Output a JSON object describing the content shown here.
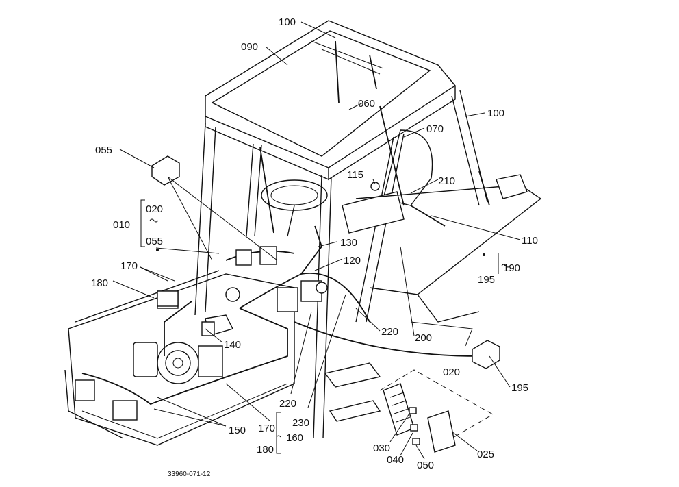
{
  "labels": {
    "l100a": "100",
    "l090": "090",
    "l060": "060",
    "l100b": "100",
    "l070": "070",
    "l055a": "055",
    "l115": "115",
    "l210": "210",
    "l020a": "020",
    "l010": "010",
    "l055b": "055",
    "l130": "130",
    "l110": "110",
    "l170a": "170",
    "l120": "120",
    "l190": "190",
    "l195a": "195",
    "l180a": "180",
    "l220a": "220",
    "l200": "200",
    "l140": "140",
    "l020b": "020",
    "l195b": "195",
    "l220b": "220",
    "l230": "230",
    "l150": "150",
    "l170b": "170",
    "l160": "160",
    "l180b": "180",
    "l030": "030",
    "l025": "025",
    "l040": "040",
    "l050": "050"
  },
  "code": "33960-071-12",
  "colors": {
    "ink": "#111111",
    "paper": "#ffffff"
  }
}
